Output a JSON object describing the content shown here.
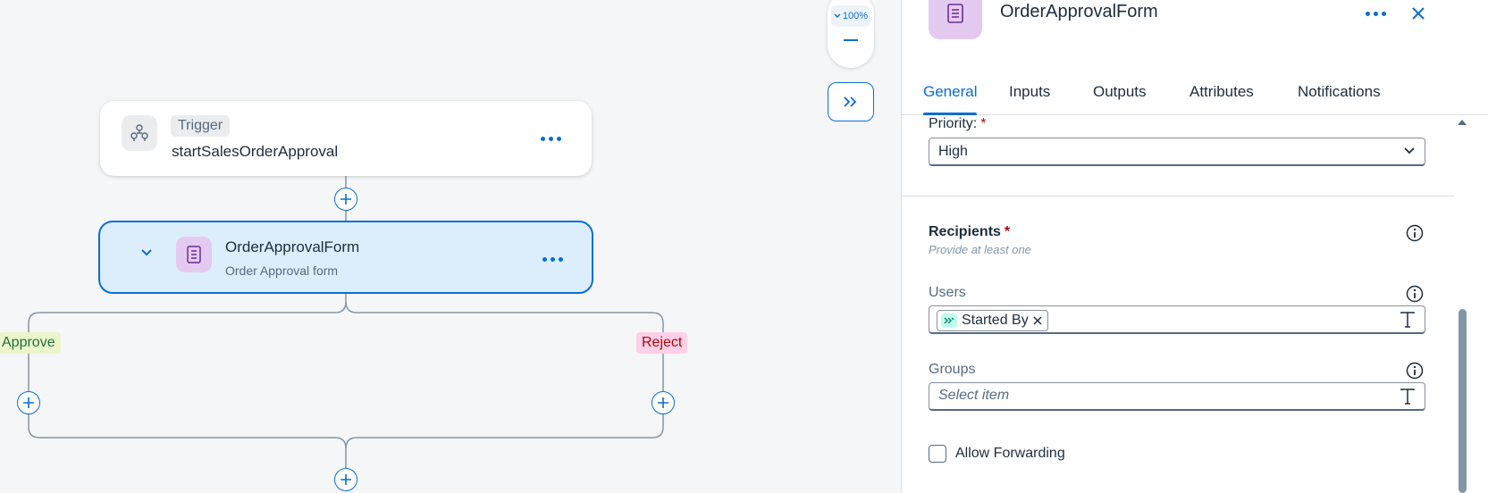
{
  "canvas": {
    "trigger_node": {
      "badge": "Trigger",
      "title": "startSalesOrderApproval",
      "icon": "trigger-flow-icon"
    },
    "form_node": {
      "title": "OrderApprovalForm",
      "subtitle": "Order Approval form",
      "icon": "form-document-icon"
    },
    "branches": {
      "approve": "Approve",
      "reject": "Reject"
    },
    "zoom": {
      "level": "100%"
    }
  },
  "panel": {
    "title": "OrderApprovalForm",
    "icon": "form-document-icon",
    "tabs": [
      {
        "label": "General",
        "active": true
      },
      {
        "label": "Inputs",
        "active": false
      },
      {
        "label": "Outputs",
        "active": false
      },
      {
        "label": "Attributes",
        "active": false
      },
      {
        "label": "Notifications",
        "active": false
      }
    ],
    "priority": {
      "label": "Priority:",
      "required_mark": "*",
      "value": "High"
    },
    "recipients": {
      "title": "Recipients",
      "required_mark": "*",
      "hint": "Provide at least one",
      "users": {
        "label": "Users",
        "tokens": [
          "Started By"
        ]
      },
      "groups": {
        "label": "Groups",
        "placeholder": "Select item"
      }
    },
    "allow_forwarding": {
      "label": "Allow Forwarding",
      "checked": false
    }
  },
  "colors": {
    "accent": "#0a6ed1",
    "form_icon_bg": "#e4caf1",
    "approve_bg": "#ebf5cb",
    "reject_bg": "#ffd0e7",
    "selected_node_bg": "#dceefb"
  }
}
